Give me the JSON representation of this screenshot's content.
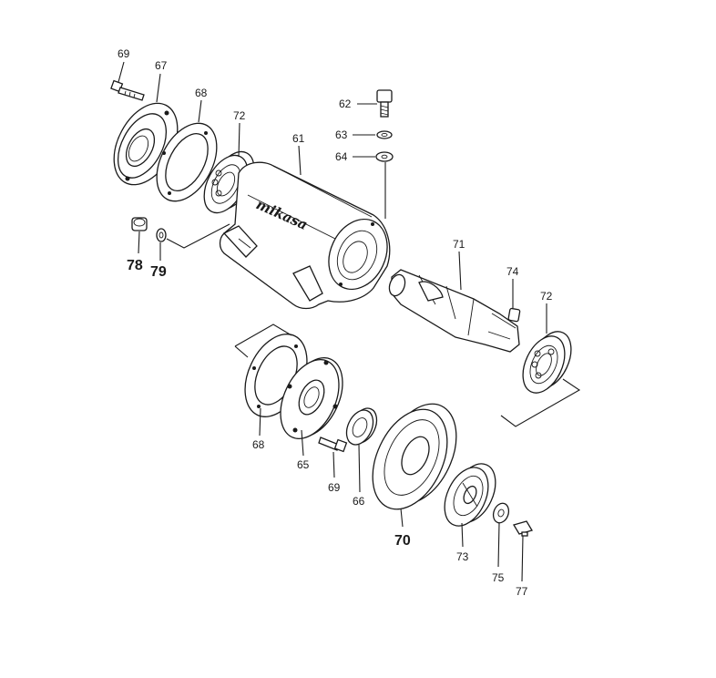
{
  "diagram": {
    "brand_text": "mikasa",
    "callouts": {
      "p61": "61",
      "p62": "62",
      "p63": "63",
      "p64": "64",
      "p65": "65",
      "p66": "66",
      "p67": "67",
      "p68_top": "68",
      "p68_bottom": "68",
      "p69_top": "69",
      "p69_bottom": "69",
      "p70": "70",
      "p71": "71",
      "p72_top": "72",
      "p72_right": "72",
      "p73": "73",
      "p74": "74",
      "p75": "75",
      "p77": "77",
      "p78": "78",
      "p79": "79"
    }
  }
}
